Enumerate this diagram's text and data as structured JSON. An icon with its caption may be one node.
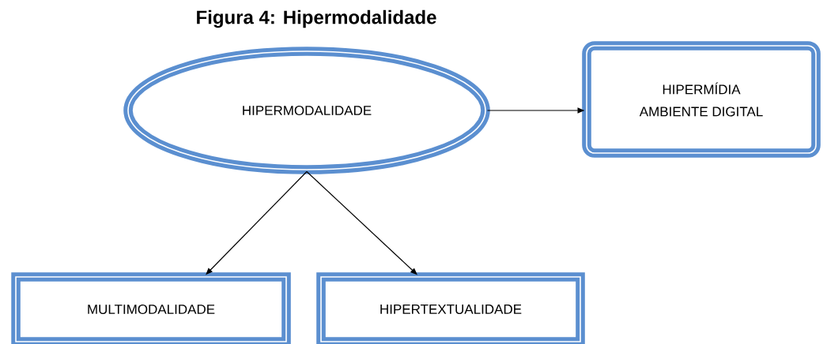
{
  "diagram": {
    "title": "Figura 4: Hipermodalidade",
    "nodes": [
      {
        "text": [
          "HIPERMODALIDADE"
        ]
      },
      {
        "text": [
          "HIPERMÍDIA",
          "AMBIENTE DIGITAL"
        ]
      },
      {
        "text": [
          "MULTIMODALIDADE"
        ]
      },
      {
        "text": [
          "HIPERTEXTUALIDADE"
        ]
      }
    ],
    "edges": [
      {
        "from": 0,
        "to": 1,
        "arrow": "to"
      },
      {
        "from": 0,
        "to": 2,
        "arrow": "to"
      },
      {
        "from": 0,
        "to": 3,
        "arrow": "to"
      }
    ]
  }
}
